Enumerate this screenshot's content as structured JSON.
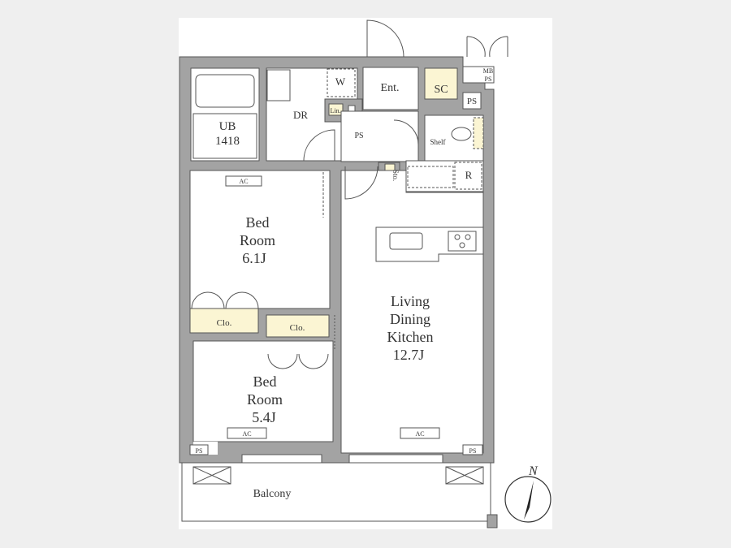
{
  "rooms": {
    "unit_bath": {
      "name": "UB",
      "size": "1418"
    },
    "dressing_room": "DR",
    "washer": "W",
    "linen": "Lin.",
    "pipe_space_center": "PS",
    "entrance": "Ent.",
    "shoe_closet": "SC",
    "meter_box": {
      "line1": "MB",
      "line2": "PS"
    },
    "pipe_space_top_right": "PS",
    "shelf": "Shelf",
    "storage": "Sto.",
    "refrigerator": "R",
    "bedroom1": {
      "line1": "Bed",
      "line2": "Room",
      "size": "6.1J"
    },
    "closet1": "Clo.",
    "closet2": "Clo.",
    "bedroom2": {
      "line1": "Bed",
      "line2": "Room",
      "size": "5.4J"
    },
    "ldk": {
      "line1": "Living",
      "line2": "Dining",
      "line3": "Kitchen",
      "size": "12.7J"
    },
    "ac1": "AC",
    "ac2": "AC",
    "ac3": "AC",
    "ps_bottom_left": "PS",
    "ps_bottom_right": "PS",
    "balcony": "Balcony"
  },
  "compass": {
    "label": "N"
  },
  "colors": {
    "wall": "#a3a3a3",
    "storage_fill": "#fbf5d3",
    "background": "#efefef"
  }
}
